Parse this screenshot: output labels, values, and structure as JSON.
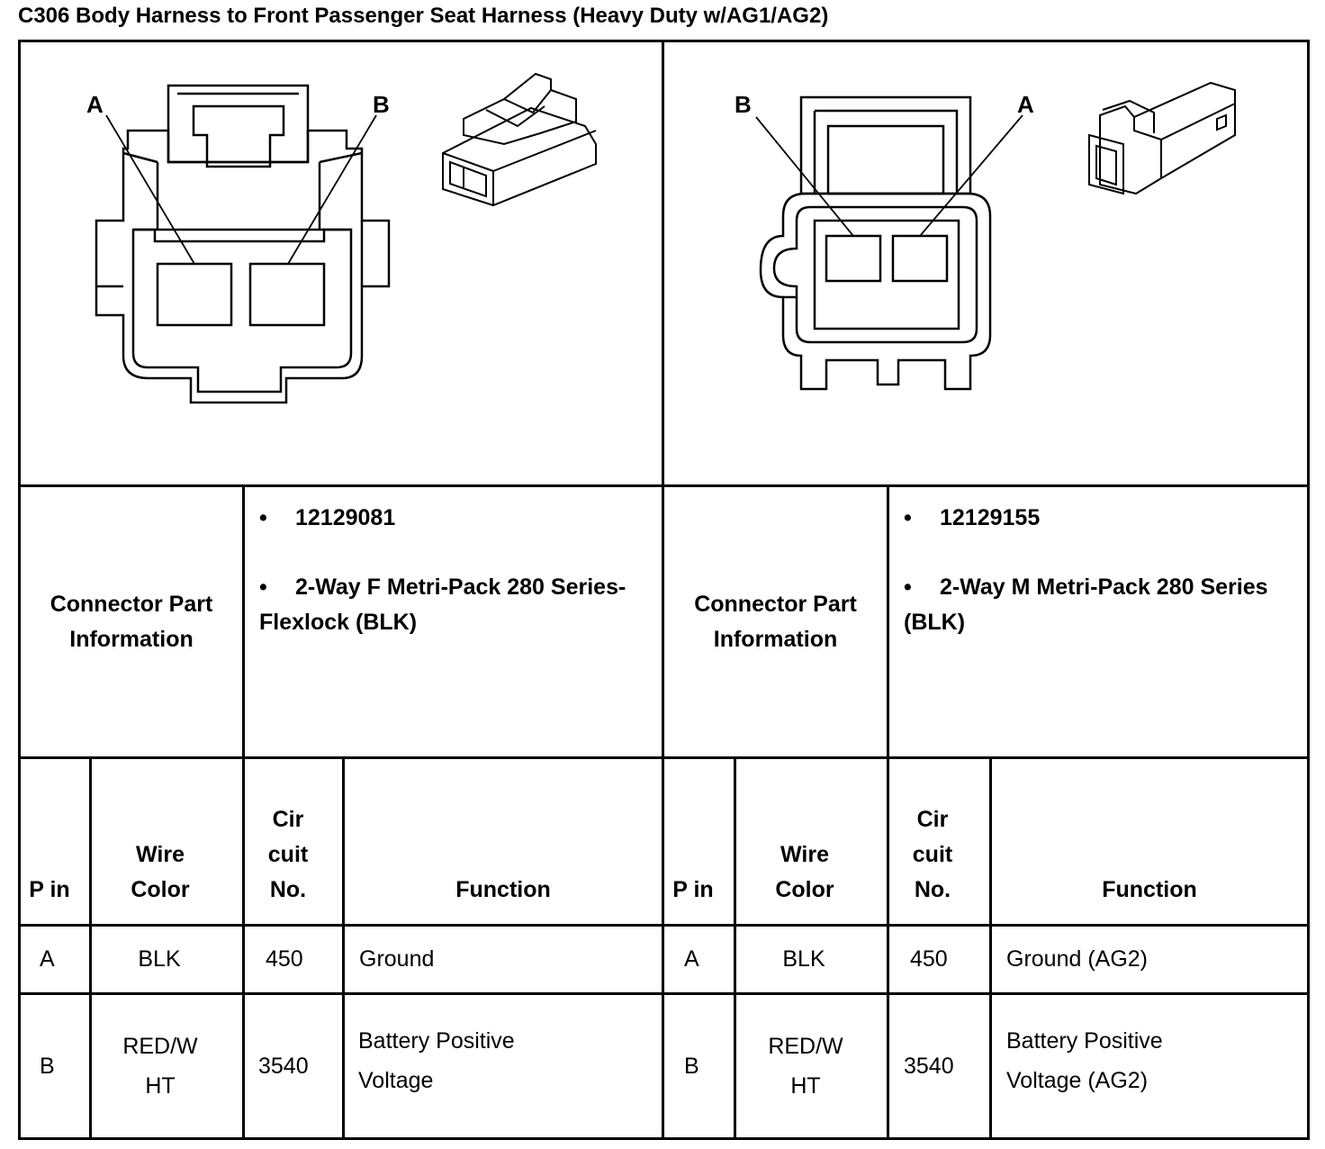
{
  "title": "C306 Body Harness to Front Passenger Seat Harness (Heavy Duty w/AG1/AG2)",
  "left": {
    "diagram": {
      "label_a": "A",
      "label_b": "B"
    },
    "info_label": "Connector Part Information",
    "part_number": "12129081",
    "description": "2-Way F Metri-Pack 280 Series- Flexlock (BLK)",
    "bullet": "•",
    "headers": {
      "pin": "P in",
      "wire": "Wire Color",
      "circuit": "Cir cuit No.",
      "function": "Function"
    },
    "rows": [
      {
        "pin": "A",
        "wire": "BLK",
        "circuit": "450",
        "function": "Ground"
      },
      {
        "pin": "B",
        "wire": "RED/W HT",
        "circuit": "3540",
        "function": "Battery Positive Voltage"
      }
    ]
  },
  "right": {
    "diagram": {
      "label_a": "A",
      "label_b": "B"
    },
    "info_label": "Connector Part Information",
    "part_number": "12129155",
    "description": "2-Way M Metri-Pack 280 Series (BLK)",
    "bullet": "•",
    "headers": {
      "pin": "P in",
      "wire": "Wire Color",
      "circuit": "Cir cuit No.",
      "function": "Function"
    },
    "rows": [
      {
        "pin": "A",
        "wire": "BLK",
        "circuit": "450",
        "function": "Ground (AG2)"
      },
      {
        "pin": "B",
        "wire": "RED/W HT",
        "circuit": "3540",
        "function": "Battery Positive Voltage (AG2)"
      }
    ]
  }
}
